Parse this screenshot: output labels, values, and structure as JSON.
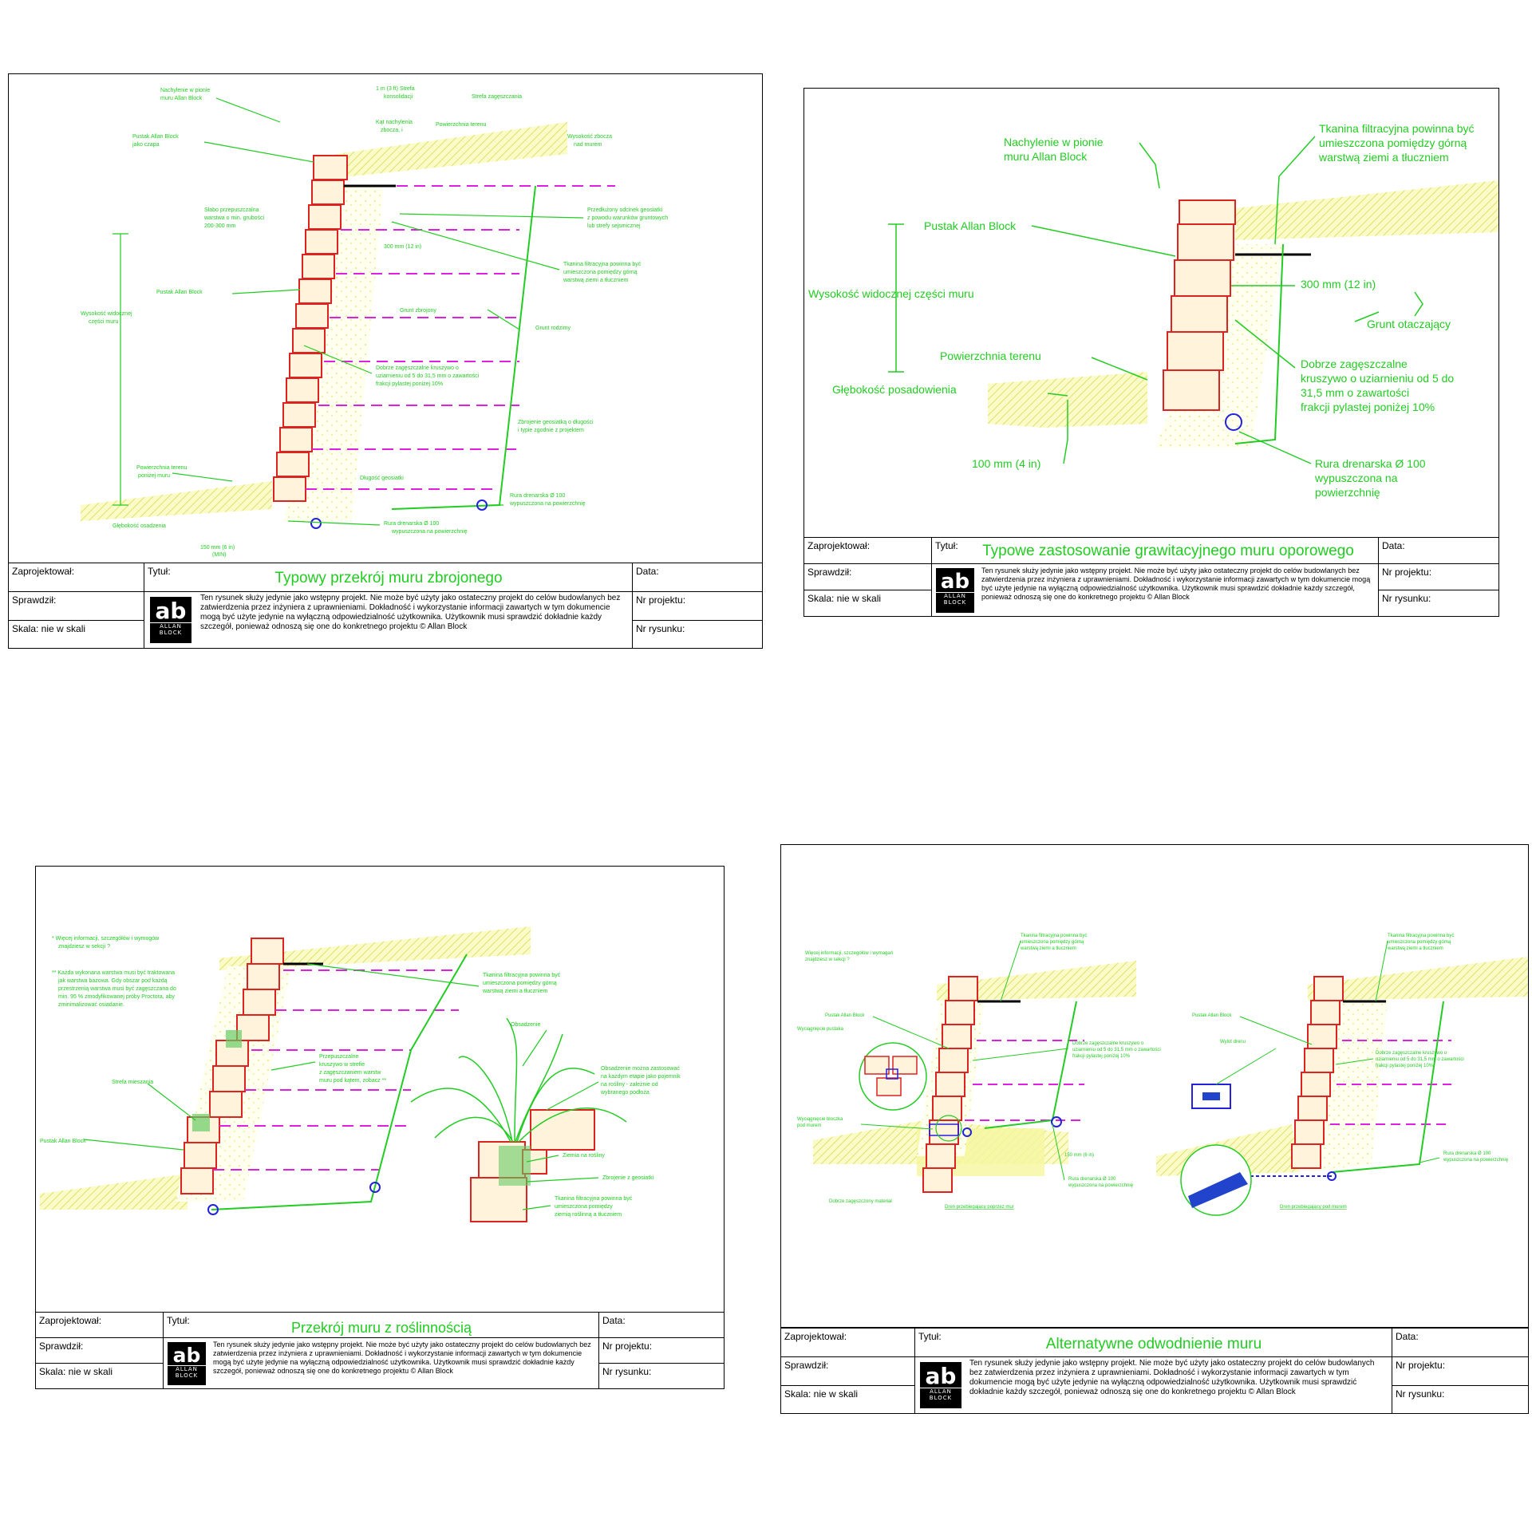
{
  "sheet1": {
    "title": "Typowy przekrój muru zbrojonego",
    "labels": {
      "designed": "Zaprojektował:",
      "checked": "Sprawdził:",
      "scale": "Skala: nie w skali",
      "title_label": "Tytuł:",
      "date": "Data:",
      "project_no": "Nr projektu:",
      "drawing_no": "Nr rysunku:"
    },
    "disclaimer": "Ten rysunek służy jedynie jako wstępny projekt. Nie może być użyty jako ostateczny projekt do celów budowlanych bez zatwierdzenia przez inżyniera z uprawnieniami. Dokładność i wykorzystanie informacji zawartych w tym dokumencie mogą być użyte jedynie na wyłączną odpowiedzialność użytkownika. Użytkownik musi sprawdzić dokładnie każdy szczegół, ponieważ odnoszą się one do konkretnego projektu © Allan Block",
    "callouts": {
      "slope": "Nachylenie w pionie muru Allan Block",
      "one_m": "1 m (3 ft) Strefa konsolidacji",
      "reinf_zone": "Strefa zagęszczania",
      "block_cap": "Pustak Allan Block jako czapa",
      "surface": "Powierzchnia terenu",
      "height_above": "Wysokość zbocza nad murem",
      "angle": "Kąt nachylenia zbocza, i",
      "drain_layer": "Słabo przepuszczalna warstwa o min. grubości 200-300 mm",
      "grid_ext": "Przedłużony odcinek geosiatki z powodu warunków gruntowych lub strefy sejsmicznej",
      "three_hundred": "300 mm (12 in)",
      "fabric": "Tkanina filtracyjna powinna być umieszczona pomiędzy górną warstwą ziemi a tłuczniem",
      "block": "Pustak Allan Block",
      "visible_height": "Wysokość widocznej części muru",
      "retained": "Grunt zbrojony",
      "surrounding": "Grunt rodzimy",
      "gravel": "Dobrze zagęszczalne kruszywo o uziarnieniu od 5 do 31,5 mm o zawartości frakcji pylastej poniżej 10%",
      "geogrid": "Zbrojenie geosiatką o długości i typie zgodnie z projektem",
      "ground": "Powierzchnia terenu poniżej muru",
      "grid_len": "Długość geosiatki",
      "drain_pipe_top": "Rura drenarska Ø 100 wypuszczona na powierzchnię",
      "depth": "Głębokość osadzenia",
      "pipe_bottom": "Rura drenarska Ø 100 wypuszczona na powierzchnię",
      "min150": "150 mm (6 in) (MIN)"
    }
  },
  "sheet2": {
    "title": "Typowe zastosowanie grawitacyjnego muru oporowego",
    "labels": {
      "designed": "Zaprojektował:",
      "checked": "Sprawdził:",
      "scale": "Skala: nie w skali",
      "title_label": "Tytuł:",
      "date": "Data:",
      "project_no": "Nr projektu:",
      "drawing_no": "Nr rysunku:"
    },
    "disclaimer": "Ten rysunek służy jedynie jako wstępny projekt. Nie może być użyty jako ostateczny projekt do celów budowlanych bez zatwierdzenia przez inżyniera z uprawnieniami. Dokładność i wykorzystanie informacji zawartych w tym dokumencie mogą być użyte jedynie na wyłączną odpowiedzialność użytkownika. Użytkownik musi sprawdzić dokładnie każdy szczegół, ponieważ odnoszą się one do konkretnego projektu © Allan Block",
    "callouts": {
      "slope_1": "Nachylenie w pionie",
      "slope_2": "muru Allan Block",
      "fabric_1": "Tkanina filtracyjna powinna być",
      "fabric_2": "umieszczona pomiędzy górną",
      "fabric_3": "warstwą ziemi a tłuczniem",
      "block": "Pustak Allan Block",
      "height": "Wysokość widocznej części muru",
      "three_hundred": "300 mm (12 in)",
      "surrounding": "Grunt otaczający",
      "surface": "Powierzchnia terenu",
      "depth": "Głębokość posadowienia",
      "gravel_1": "Dobrze zagęszczalne",
      "gravel_2": "kruszywo o uziarnieniu od 5 do",
      "gravel_3": "31,5 mm o zawartości",
      "gravel_4": "frakcji pylastej poniżej 10%",
      "hundred": "100 mm (4 in)",
      "pipe_1": "Rura drenarska Ø 100",
      "pipe_2": "wypuszczona na",
      "pipe_3": "powierzchnię"
    }
  },
  "sheet3": {
    "title": "Przekrój muru z roślinnością",
    "labels": {
      "designed": "Zaprojektował:",
      "checked": "Sprawdził:",
      "scale": "Skala: nie w skali",
      "title_label": "Tytuł:",
      "date": "Data:",
      "project_no": "Nr projektu:",
      "drawing_no": "Nr rysunku:"
    },
    "disclaimer": "Ten rysunek służy jedynie jako wstępny projekt. Nie może być użyty jako ostateczny projekt do celów budowlanych bez zatwierdzenia przez inżyniera z uprawnieniami. Dokładność i wykorzystanie informacji zawartych w tym dokumencie mogą być użyte jedynie na wyłączną odpowiedzialność użytkownika. Użytkownik musi sprawdzić dokładnie każdy szczegół, ponieważ odnoszą się one do konkretnego projektu © Allan Block",
    "callouts": {
      "note1": "* Więcej informacji, szczegółów i wymogów znajdziesz w sekcji ?",
      "note2": "** Każda wykonana warstwa musi być traktowana jak warstwa bazowa. Gdy obszar pod każdą przestrzenią warstwa musi być zagęszczana do min. 95 % zmodyfikowanej próby Proctora, aby zminimalizować osiadanie.",
      "fabric": "Tkanina filtracyjna powinna być umieszczona pomiędzy górną warstwą ziemi a tłuczniem",
      "zone": "Strefa mieszania",
      "backfill": "Przepuszczalne kruszywo w strefie z zagęszczaniem warstw muru pod kątem, zobacz **",
      "block": "Pustak Allan Block",
      "plant": "Obsadzenie",
      "plant_note": "Obsadzenie można zastosować na każdym etapie jako pojemnik na rośliny - zależnie od wybranego podłoża",
      "soil": "Ziemia na rośliny",
      "gravel": "Zbrojenie z geosiatki",
      "fabric2": "Tkanina filtracyjna powinna być umieszczona pomiędzy ziemią roślinną a tłuczniem"
    }
  },
  "sheet4": {
    "title": "Alternatywne odwodnienie muru",
    "labels": {
      "designed": "Zaprojektował:",
      "checked": "Sprawdził:",
      "scale": "Skala: nie w skali",
      "title_label": "Tytuł:",
      "date": "Data:",
      "project_no": "Nr projektu:",
      "drawing_no": "Nr rysunku:"
    },
    "disclaimer": "Ten rysunek służy jedynie jako wstępny projekt. Nie może być użyty jako ostateczny projekt do celów budowlanych bez zatwierdzenia przez inżyniera z uprawnieniami. Dokładność i wykorzystanie informacji zawartych w tym dokumencie mogą być użyte jedynie na wyłączną odpowiedzialność użytkownika. Użytkownik musi sprawdzić dokładnie każdy szczegół, ponieważ odnoszą się one do konkretnego projektu © Allan Block",
    "callouts": {
      "note": "Więcej informacji, szczegółów i wymagań znajdziesz w sekcji ?",
      "fabric_l": "Tkanina filtracyjna powinna być umieszczona pomiędzy górną warstwą ziemi a tłuczniem",
      "fabric_r": "Tkanina filtracyjna powinna być umieszczona pomiędzy górną warstwą ziemi a tłuczniem",
      "block_l": "Pustak Allan Block",
      "block_r": "Pustak Allan Block",
      "weep": "Wyciągnięcie pustaka",
      "gravel_l": "Dobrze zagęszczalne kruszywo o uziarnieniu od 5 do 31,5 mm o zawartości frakcji pylastej poniżej 10%",
      "gravel_r": "Dobrze zagęszczalne kruszywo o uziarnieniu od 5 do 31,5 mm o zawartości frakcji pylastej poniżej 10%",
      "outlet": "Wylot drenu",
      "pipe_l": "Rura drenarska Ø 100 wypuszczona na powierzchnię",
      "pipe_r": "Rura drenarska Ø 100 wypuszczona na powierzchnię",
      "base_l": "Dobrze zagęszczony materiał",
      "caption_l": "Dren przebiegający poprzez mur",
      "caption_r": "Dren przebiegający pod murem",
      "dim": "150 mm (6 in)"
    }
  }
}
